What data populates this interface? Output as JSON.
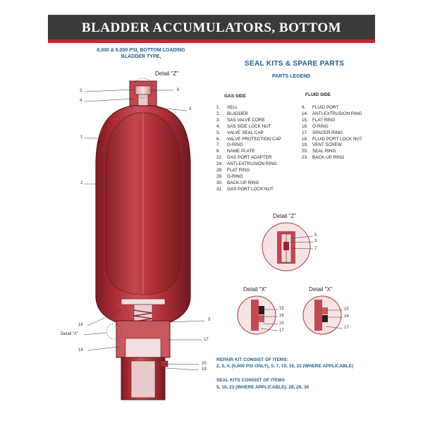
{
  "header": {
    "title": "BLADDER ACCUMULATORS, BOTTOM LOADING"
  },
  "subtitle": {
    "line1": "8,000 & 6,000 PSI, BOTTOM LOADING",
    "line2": "BLADDER TYPE,"
  },
  "heading": {
    "main": "SEAL KITS & SPARE PARTS",
    "sub": "PARTS LEGEND"
  },
  "gas_side": {
    "title": "GAS SIDE",
    "items": [
      {
        "num": "1.",
        "label": "SELL"
      },
      {
        "num": "2.",
        "label": "BLADDER"
      },
      {
        "num": "3.",
        "label": "SAS VALVE CORE"
      },
      {
        "num": "4.",
        "label": "SAS SIDE LOCK NUT"
      },
      {
        "num": "5.",
        "label": "VALVE SEAL CAP"
      },
      {
        "num": "6.",
        "label": "VALVE PROTECTION CAP"
      },
      {
        "num": "7.",
        "label": "O-RING"
      },
      {
        "num": "8.",
        "label": "NAME PLATE"
      },
      {
        "num": "22.",
        "label": "GAS PORT ADAPTER"
      },
      {
        "num": "24.",
        "label": "ANTI-EXTRUSION RING"
      },
      {
        "num": "28.",
        "label": "FLAT RING"
      },
      {
        "num": "29.",
        "label": "O-RING"
      },
      {
        "num": "30.",
        "label": "BACK-UP RING"
      },
      {
        "num": "31.",
        "label": "GAS PORT LOCK NUT"
      }
    ]
  },
  "fluid_side": {
    "title": "FLUID SIDE",
    "items": [
      {
        "num": "9.",
        "label": "FLUID PORT"
      },
      {
        "num": "14.",
        "label": "ANTI-EXTRUSION RING"
      },
      {
        "num": "15.",
        "label": "FLAT RING"
      },
      {
        "num": "16.",
        "label": "O-RING"
      },
      {
        "num": "17.",
        "label": "SPACER RING"
      },
      {
        "num": "18.",
        "label": "FLUID PORT LOCK NUT"
      },
      {
        "num": "19.",
        "label": "VENT SCREW"
      },
      {
        "num": "20.",
        "label": "SEAL RING"
      },
      {
        "num": "23.",
        "label": "BACK-UP RING"
      }
    ]
  },
  "diagram_labels": {
    "detail_z": "Detail \"Z\"",
    "detail_x": "Detail \"X\"",
    "detail_x_small": "Detail \"X\"",
    "callouts_main": {
      "c3": "3",
      "c4": "4",
      "c6": "6",
      "c8": "8",
      "c1": "1",
      "c2": "2",
      "c14": "14",
      "c9": "9",
      "c17": "17",
      "c18": "18",
      "c20": "20",
      "c19": "19"
    },
    "callouts_z": {
      "a": "5",
      "b": "3",
      "c": "7"
    },
    "callouts_x1": {
      "a": "15",
      "b": "16",
      "c": "23",
      "d": "17"
    },
    "callouts_x2": {
      "a": "15",
      "b": "16",
      "c": "17"
    }
  },
  "repair_kit": {
    "title": "REPAIR KIT CONSIST OF ITEMS:",
    "items": "2, 3, 4, (5,000 PSI ONLY), 5, 7, 15, 16, 23 (WHERE APPLICABLE)"
  },
  "seal_kit": {
    "title": "SEAL KITS CONSIST OF ITEMS",
    "items": "5, 16, 23  (WHERE APPLICABLE), 28, 29, 30"
  },
  "colors": {
    "banner": "#3a3a3a",
    "accent_red": "#c0282d",
    "heading_blue": "#1f5d8c",
    "body_red": "#b3303a"
  }
}
